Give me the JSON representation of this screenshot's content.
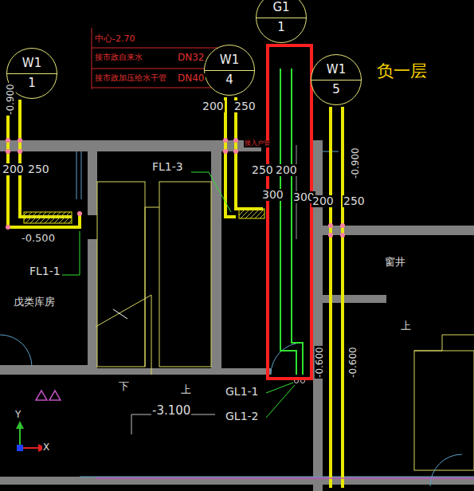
{
  "diagram": {
    "nodes": [
      {
        "text": [
          "W1",
          "1"
        ]
      },
      {
        "text": [
          "W1",
          "4"
        ]
      },
      {
        "text": [
          "G1",
          "1"
        ]
      },
      {
        "text": [
          "W1",
          "5"
        ]
      }
    ],
    "labels": [
      "中心-2.70",
      "接市政自来水",
      "DN32",
      "接市政加压给水干管",
      "DN40",
      "负一层",
      "-0.900",
      "200",
      "250",
      "-0.500",
      "FL1-1",
      "戊类库房",
      "FL1-3",
      "200",
      "250",
      "接入户管",
      "250",
      "200",
      "300",
      "300",
      "-0.900",
      "200",
      "250",
      "窗井",
      "上",
      "-0.600",
      "-0.600",
      "下",
      "上",
      "-3.100",
      "GL1-1",
      "GL1-2",
      "Y",
      "X"
    ]
  }
}
